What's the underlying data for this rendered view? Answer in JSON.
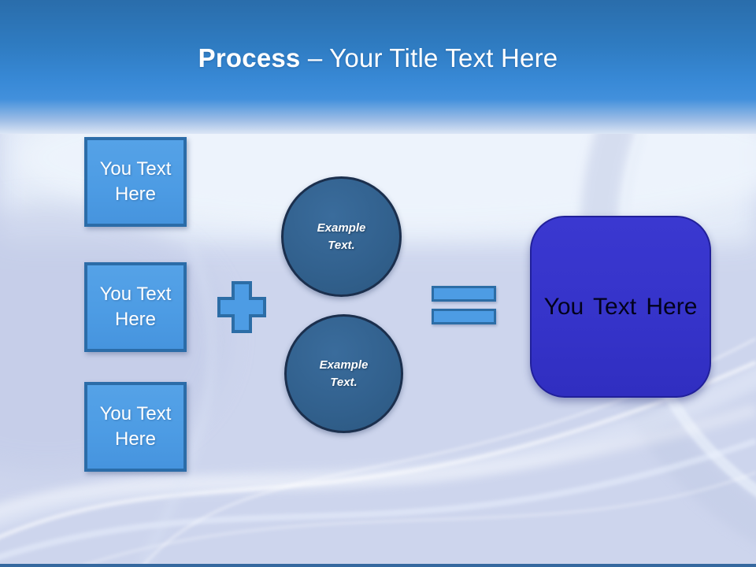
{
  "title": {
    "bold": "Process",
    "rest": " – Your Title Text Here"
  },
  "inputs": [
    {
      "label": "You Text Here"
    },
    {
      "label": "You Text Here"
    },
    {
      "label": "You Text Here"
    }
  ],
  "operators": {
    "plus_icon": "plus-icon",
    "equals_icon": "equals-icon"
  },
  "circles": [
    {
      "label": "Example Text."
    },
    {
      "label": "Example Text."
    }
  ],
  "result": {
    "label": "You Text Here"
  },
  "colors": {
    "header_top": "#2A6DAB",
    "header_bottom": "#4290DC",
    "background": "#CDD5ED",
    "square_fill": "#4D9CE4",
    "square_border": "#2B6CA8",
    "circle_fill": "#32618E",
    "circle_border": "#1B2F4D",
    "operator_fill": "#4D9CE4",
    "operator_border": "#2C6DA6",
    "result_fill": "#3533C9",
    "result_border": "#21209A",
    "result_text": "#02021C",
    "title_text": "#FFFFFF",
    "bottom_bar": "#35689F"
  }
}
